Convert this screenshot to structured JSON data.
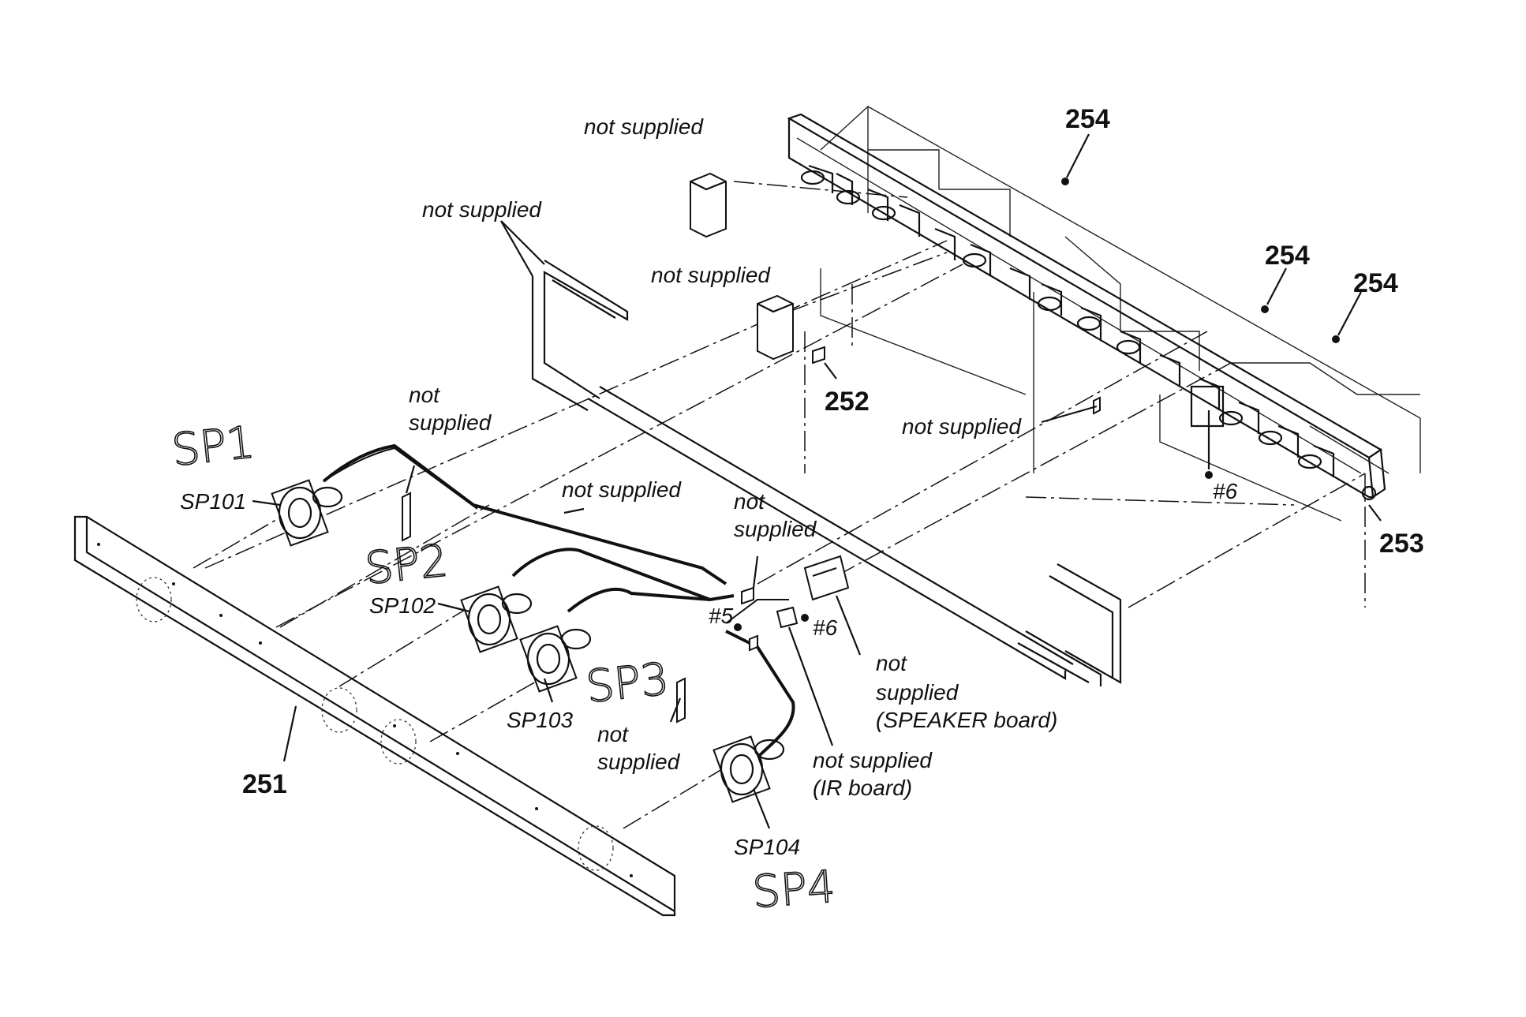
{
  "labels": {
    "not_supplied": "not supplied",
    "not": "not",
    "supplied": "supplied",
    "speaker_board": "(SPEAKER board)",
    "ir_board": "(IR board)",
    "sp101": "SP101",
    "sp102": "SP102",
    "sp103": "SP103",
    "sp104": "SP104",
    "p251": "251",
    "p252": "252",
    "p253": "253",
    "p254": "254",
    "screw5": "#5",
    "screw6": "#6"
  },
  "handwritten": {
    "sp1": "SP1",
    "sp2": "SP2",
    "sp3": "SP3",
    "sp4": "SP4"
  }
}
